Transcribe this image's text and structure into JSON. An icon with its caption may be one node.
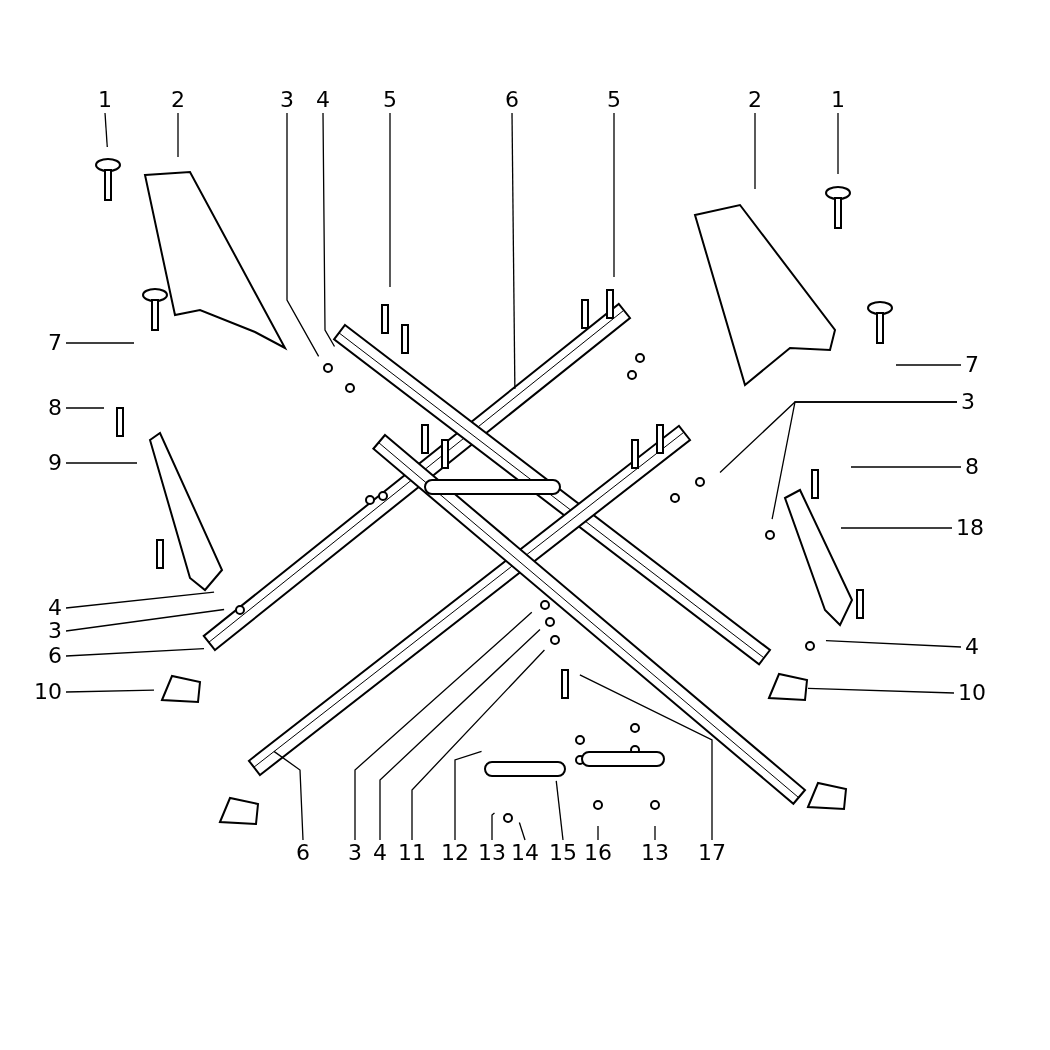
{
  "diagram": {
    "nodes": [
      {
        "text": [
          "1"
        ]
      },
      {
        "text": [
          "2"
        ]
      },
      {
        "text": [
          "3"
        ]
      },
      {
        "text": [
          "4"
        ]
      },
      {
        "text": [
          "5"
        ]
      },
      {
        "text": [
          "6"
        ]
      },
      {
        "text": [
          "5"
        ]
      },
      {
        "text": [
          "2"
        ]
      },
      {
        "text": [
          "1"
        ]
      },
      {
        "text": [
          "7"
        ]
      },
      {
        "text": [
          "7"
        ]
      },
      {
        "text": [
          "3"
        ]
      },
      {
        "text": [
          "8"
        ]
      },
      {
        "text": [
          "9"
        ]
      },
      {
        "text": [
          "8"
        ]
      },
      {
        "text": [
          "18"
        ]
      },
      {
        "text": [
          "4"
        ]
      },
      {
        "text": [
          "3"
        ]
      },
      {
        "text": [
          "6"
        ]
      },
      {
        "text": [
          "4"
        ]
      },
      {
        "text": [
          "10"
        ]
      },
      {
        "text": [
          "10"
        ]
      },
      {
        "text": [
          "6"
        ]
      },
      {
        "text": [
          "3"
        ]
      },
      {
        "text": [
          "4"
        ]
      },
      {
        "text": [
          "11"
        ]
      },
      {
        "text": [
          "12"
        ]
      },
      {
        "text": [
          "13"
        ]
      },
      {
        "text": [
          "14"
        ]
      },
      {
        "text": [
          "15"
        ]
      },
      {
        "text": [
          "16"
        ]
      },
      {
        "text": [
          "13"
        ]
      },
      {
        "text": [
          "17"
        ]
      }
    ],
    "edges": [
      {
        "from": 0,
        "to": null,
        "arrow": "none"
      },
      {
        "from": 1,
        "to": null,
        "arrow": "none"
      },
      {
        "from": 2,
        "to": null,
        "arrow": "none"
      },
      {
        "from": 3,
        "to": null,
        "arrow": "none"
      },
      {
        "from": 4,
        "to": null,
        "arrow": "none"
      },
      {
        "from": 5,
        "to": null,
        "arrow": "none"
      },
      {
        "from": 6,
        "to": null,
        "arrow": "none"
      },
      {
        "from": 7,
        "to": null,
        "arrow": "none"
      },
      {
        "from": 8,
        "to": null,
        "arrow": "none"
      },
      {
        "from": 9,
        "to": null,
        "arrow": "none"
      },
      {
        "from": 10,
        "to": null,
        "arrow": "none"
      },
      {
        "from": 11,
        "to": null,
        "arrow": "none"
      },
      {
        "from": 11,
        "to": null,
        "arrow": "none"
      },
      {
        "from": 12,
        "to": null,
        "arrow": "none"
      },
      {
        "from": 13,
        "to": null,
        "arrow": "none"
      },
      {
        "from": 14,
        "to": null,
        "arrow": "none"
      },
      {
        "from": 15,
        "to": null,
        "arrow": "none"
      },
      {
        "from": 16,
        "to": null,
        "arrow": "none"
      },
      {
        "from": 17,
        "to": null,
        "arrow": "none"
      },
      {
        "from": 18,
        "to": null,
        "arrow": "none"
      },
      {
        "from": 19,
        "to": null,
        "arrow": "none"
      },
      {
        "from": 20,
        "to": null,
        "arrow": "none"
      },
      {
        "from": 21,
        "to": null,
        "arrow": "none"
      },
      {
        "from": 22,
        "to": null,
        "arrow": "none"
      },
      {
        "from": 23,
        "to": null,
        "arrow": "none"
      },
      {
        "from": 24,
        "to": null,
        "arrow": "none"
      },
      {
        "from": 25,
        "to": null,
        "arrow": "none"
      },
      {
        "from": 26,
        "to": null,
        "arrow": "none"
      },
      {
        "from": 27,
        "to": null,
        "arrow": "none"
      },
      {
        "from": 28,
        "to": null,
        "arrow": "none"
      },
      {
        "from": 29,
        "to": null,
        "arrow": "none"
      },
      {
        "from": 30,
        "to": null,
        "arrow": "none"
      },
      {
        "from": 31,
        "to": null,
        "arrow": "none"
      },
      {
        "from": 32,
        "to": null,
        "arrow": "none"
      }
    ]
  }
}
